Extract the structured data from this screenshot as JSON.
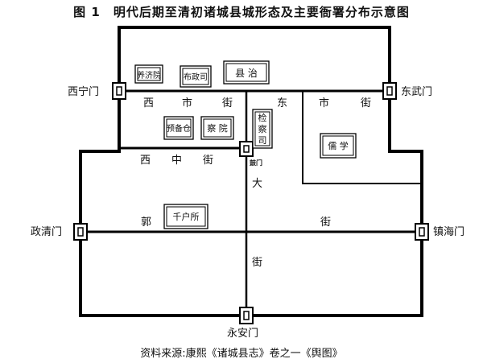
{
  "title": "图 1　明代后期至清初诸城县城形态及主要衙署分布示意图",
  "source": "资料来源:康熙《诸城县志》卷之一《舆图》",
  "gates": {
    "west_ning": "西宁门",
    "east_wu": "东武门",
    "zheng_qing": "政清门",
    "zhen_hai": "镇海门",
    "yong_an": "永安门",
    "gu_men": "鼓门"
  },
  "streets": {
    "west_market": [
      "西",
      "市",
      "街"
    ],
    "east_market": [
      "东",
      "市",
      "街"
    ],
    "west_middle": [
      "西",
      "中",
      "街"
    ],
    "guo": [
      "郭",
      "街"
    ],
    "da": [
      "大",
      "街"
    ]
  },
  "offices": {
    "yangji": "养济院",
    "buzheng": "布政司",
    "xianzhi": "县 治",
    "yubei": "预备仓",
    "cha": "察 院",
    "jiancha": [
      "检",
      "察",
      "司"
    ],
    "ru": "儒 学",
    "qianhu": "千户所"
  }
}
